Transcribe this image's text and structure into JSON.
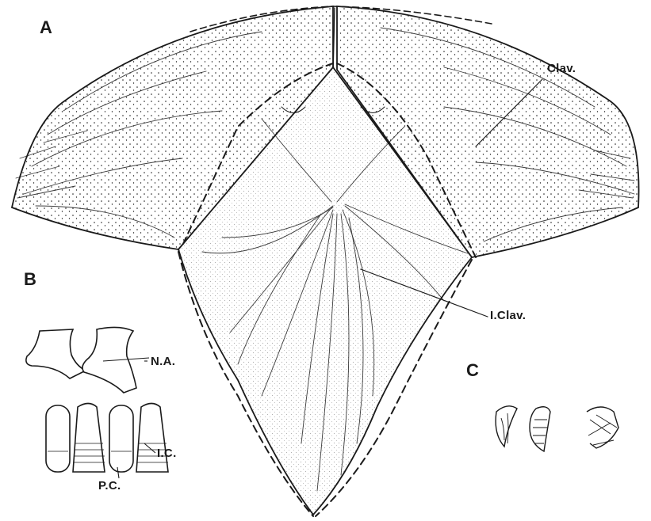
{
  "panels": {
    "a": "A",
    "b": "B",
    "c": "C"
  },
  "labels": {
    "clavicle": "Clav.",
    "interclavicle": "I.Clav.",
    "neural_arch": "N.A.",
    "intercentrum": "I.C.",
    "pleurocentrum": "P.C."
  },
  "colors": {
    "ink": "#1a1a1a",
    "paper": "#ffffff"
  }
}
